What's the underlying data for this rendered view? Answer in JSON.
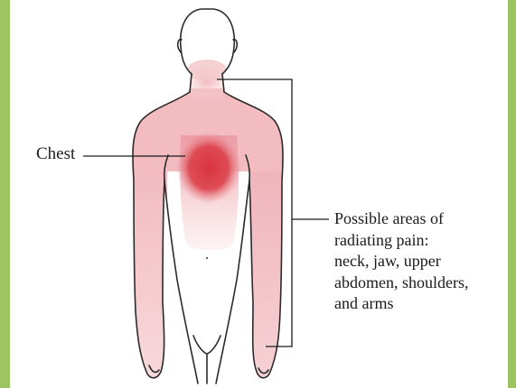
{
  "diagram": {
    "chest_label": "Chest",
    "radiating_label_lines": [
      "Possible areas of",
      "radiating pain:",
      "neck, jaw, upper",
      "abdomen, shoulders,",
      "and arms"
    ]
  },
  "colors": {
    "frame_green": "#9cc562",
    "pain_core": "#d8343f",
    "radiating_pink": "#f0b6bc",
    "outline": "#2b2b2b"
  }
}
